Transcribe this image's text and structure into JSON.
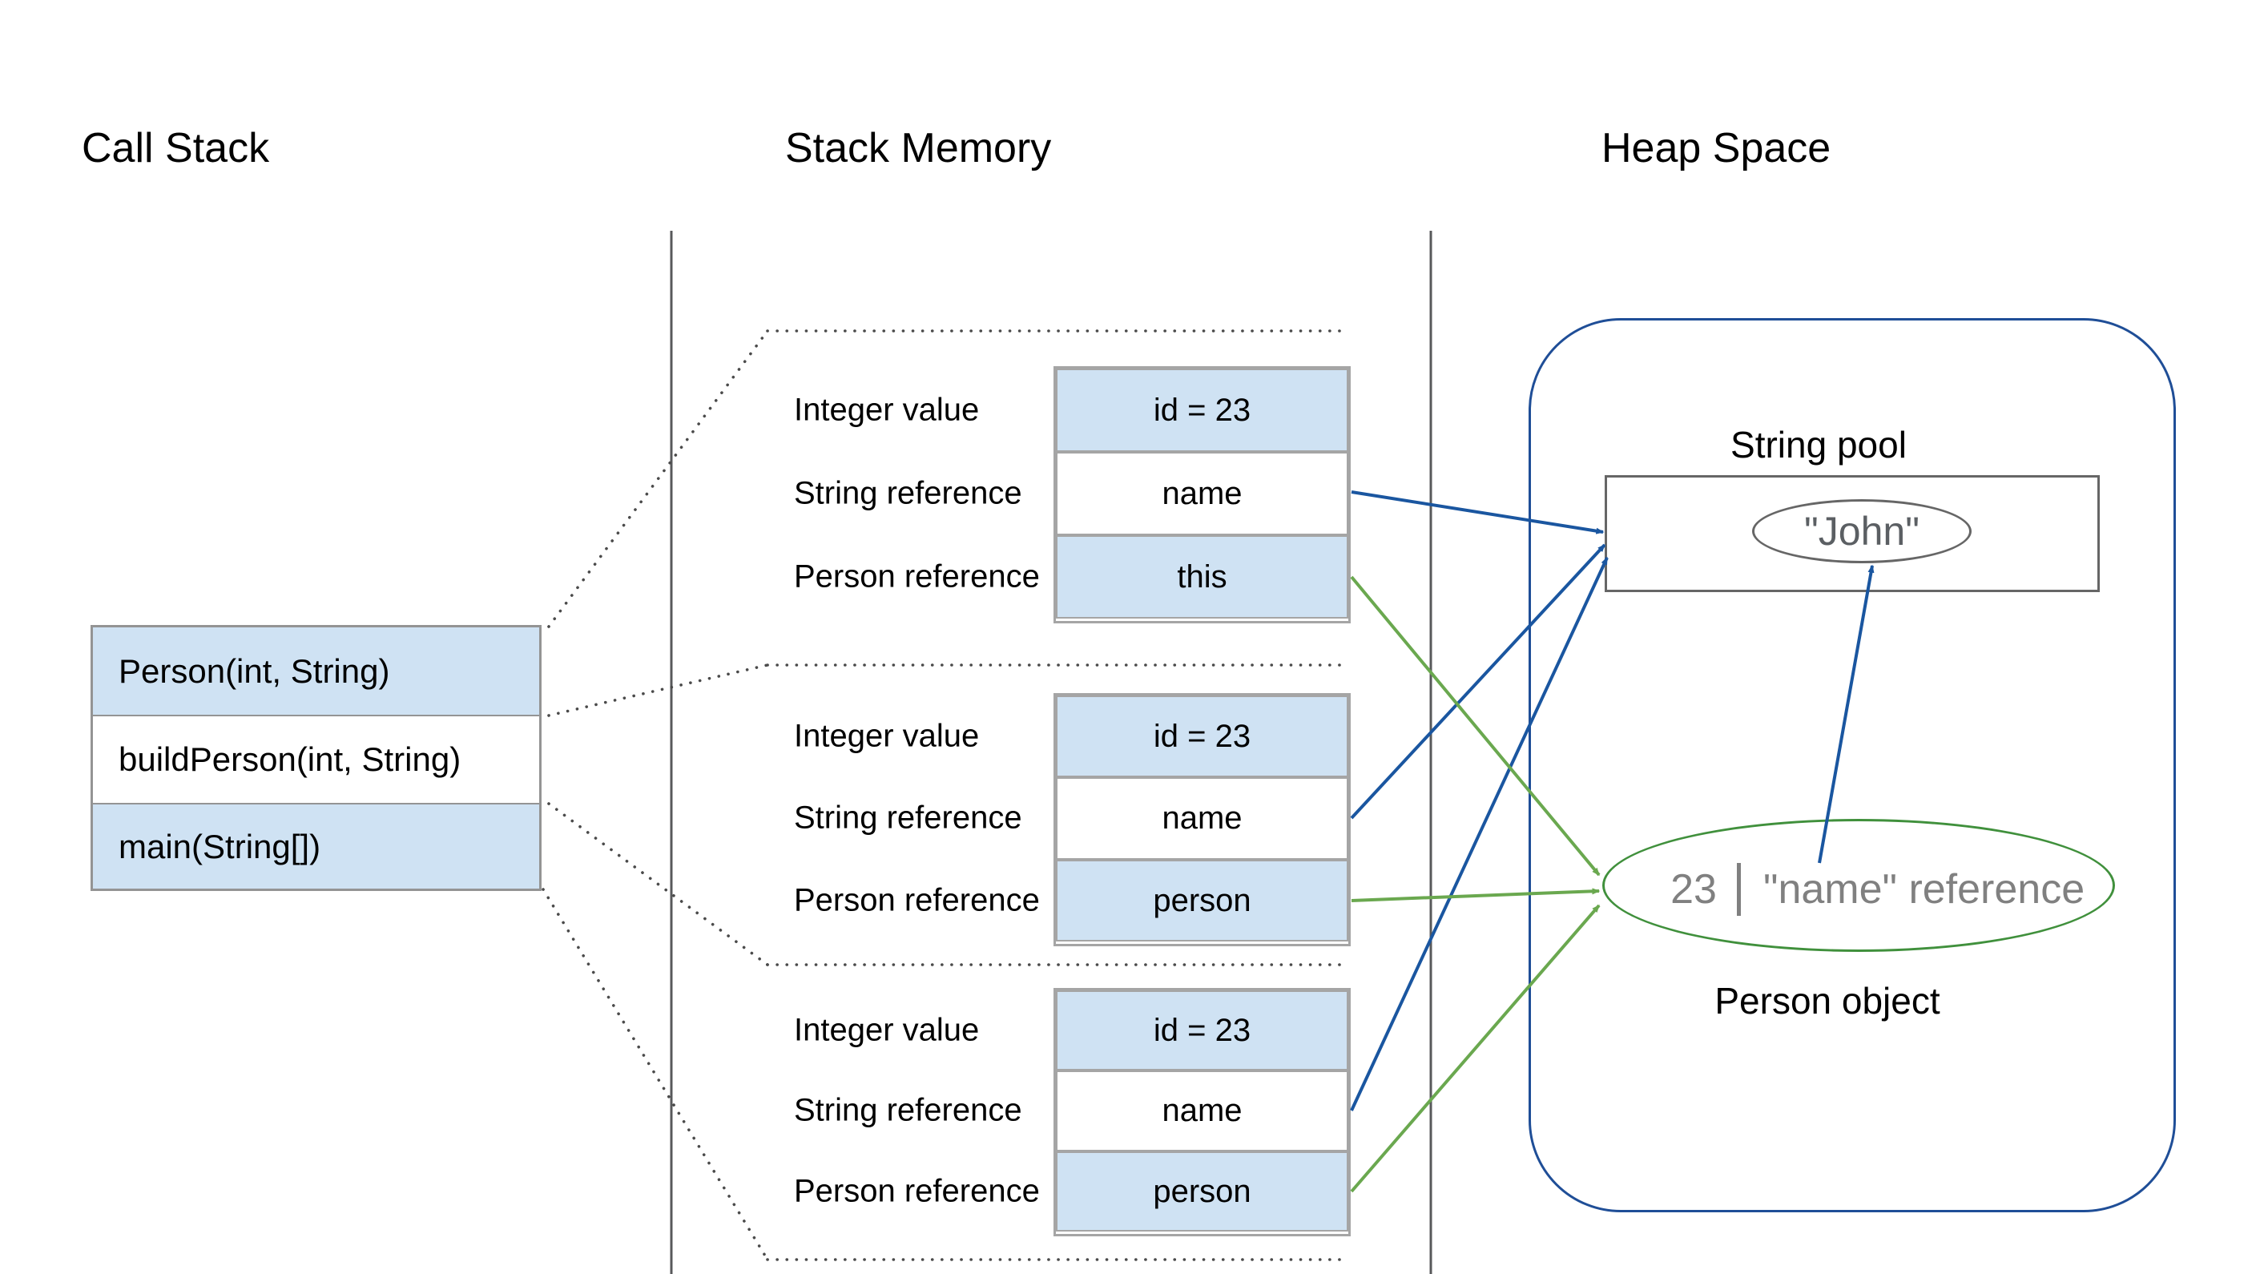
{
  "titles": {
    "call_stack": "Call Stack",
    "stack_memory": "Stack Memory",
    "heap_space": "Heap Space"
  },
  "call_stack": {
    "frames": [
      {
        "label": "Person(int, String)"
      },
      {
        "label": "buildPerson(int, String)"
      },
      {
        "label": "main(String[])"
      }
    ]
  },
  "stack_memory": {
    "frames": [
      {
        "rows": [
          {
            "label": "Integer value",
            "value": "id = 23"
          },
          {
            "label": "String reference",
            "value": "name"
          },
          {
            "label": "Person reference",
            "value": "this"
          }
        ]
      },
      {
        "rows": [
          {
            "label": "Integer value",
            "value": "id = 23"
          },
          {
            "label": "String reference",
            "value": "name"
          },
          {
            "label": "Person reference",
            "value": "person"
          }
        ]
      },
      {
        "rows": [
          {
            "label": "Integer value",
            "value": "id = 23"
          },
          {
            "label": "String reference",
            "value": "name"
          },
          {
            "label": "Person reference",
            "value": "person"
          }
        ]
      }
    ]
  },
  "heap": {
    "string_pool_title": "String pool",
    "john_value": "\"John\"",
    "person_object_title": "Person object",
    "person_id": "23",
    "person_name_reference": "\"name\" reference"
  },
  "colors": {
    "arrow-blue": "#1a56a0",
    "arrow-green": "#6aa84f",
    "green-border": "#40903c",
    "heap-border": "#1f4e97",
    "pool-border": "#666666",
    "cell-blue": "#cfe2f3",
    "border-gray": "#949494",
    "cellborder-gray": "#a5a5a5",
    "line-gray": "#58595b",
    "dot-gray": "#4a4a4a",
    "text-gray": "#808080",
    "john-text": "#5b5f63"
  }
}
